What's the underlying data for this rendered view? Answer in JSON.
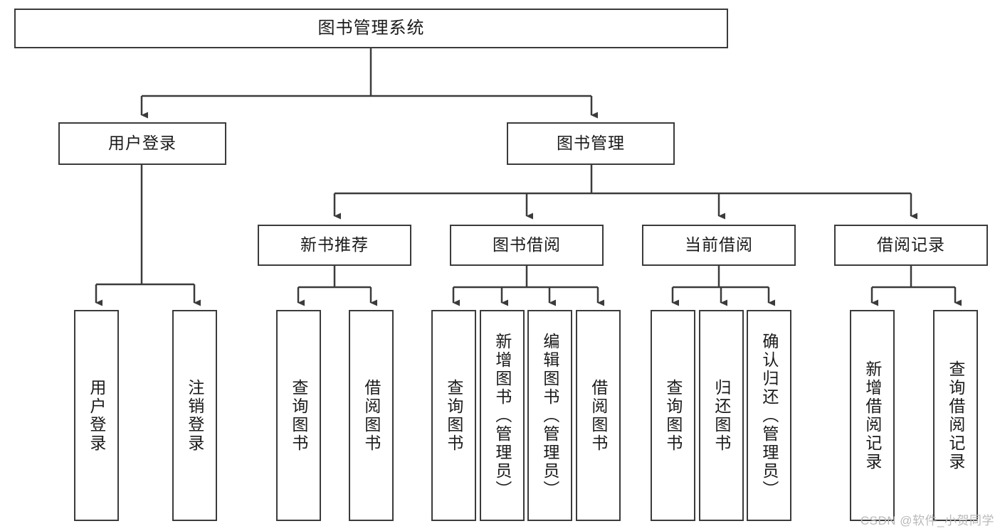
{
  "diagram": {
    "title": "图书管理系统",
    "type": "tree-hierarchy-diagram",
    "root": {
      "label": "图书管理系统"
    },
    "level2": [
      {
        "label": "用户登录"
      },
      {
        "label": "图书管理"
      }
    ],
    "level3": [
      {
        "label": "新书推荐"
      },
      {
        "label": "图书借阅"
      },
      {
        "label": "当前借阅"
      },
      {
        "label": "借阅记录"
      }
    ],
    "leaves": {
      "user_login": [
        {
          "label": "用户登录"
        },
        {
          "label": "注销登录"
        }
      ],
      "new_book_recommend": [
        {
          "label": "查询图书"
        },
        {
          "label": "借阅图书"
        }
      ],
      "book_borrow": [
        {
          "label": "查询图书"
        },
        {
          "label": "新增图书（管理员）"
        },
        {
          "label": "编辑图书（管理员）"
        },
        {
          "label": "借阅图书"
        }
      ],
      "current_borrow": [
        {
          "label": "查询图书"
        },
        {
          "label": "归还图书"
        },
        {
          "label": "确认归还（管理员）"
        }
      ],
      "borrow_record": [
        {
          "label": "新增借阅记录"
        },
        {
          "label": "查询借阅记录"
        }
      ]
    },
    "watermark": "CSDN @软件_小贺同学",
    "colors": {
      "border": "#3b3b3b",
      "background": "#ffffff",
      "text": "#1a1a1a",
      "watermark": "#b9b9b9"
    }
  }
}
